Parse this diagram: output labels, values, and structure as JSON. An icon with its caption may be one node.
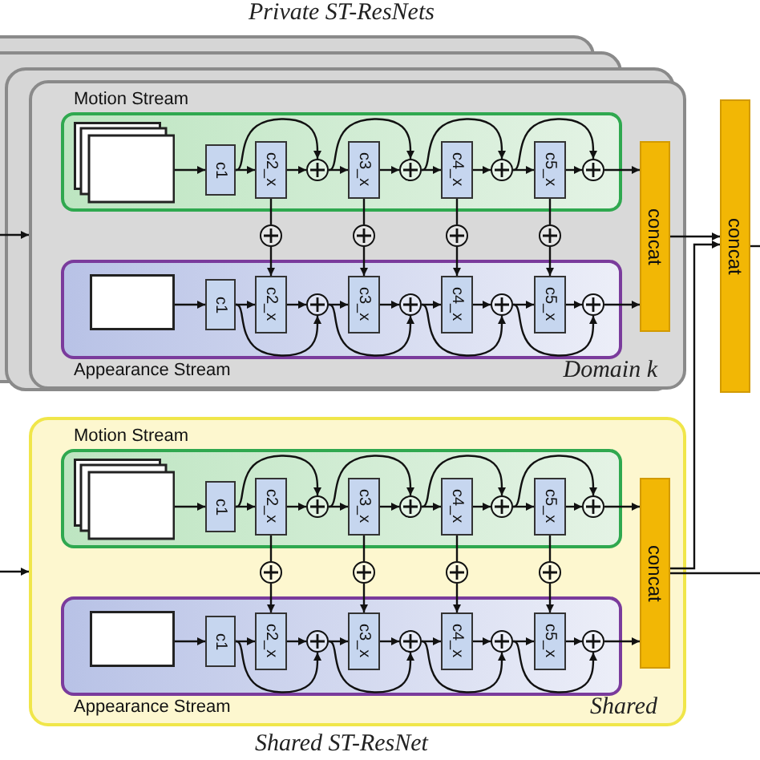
{
  "diagram": {
    "nodes": [
      {
        "text": [
          "Domain k"
        ],
        "beside": [
          "Private ST-ResNets"
        ]
      },
      {
        "text": [
          "Motion Stream"
        ],
        "in": 0
      },
      {
        "text": [],
        "shape": "box",
        "in": 1
      },
      {
        "text": [
          "c1"
        ],
        "in": 1
      },
      {
        "text": [
          "c2_x"
        ],
        "in": 1
      },
      {
        "text": [],
        "shape": "circle",
        "in": 1
      },
      {
        "text": [
          "c3_x"
        ],
        "in": 1
      },
      {
        "text": [],
        "shape": "circle",
        "in": 1
      },
      {
        "text": [
          "c4_x"
        ],
        "in": 1
      },
      {
        "text": [],
        "shape": "circle",
        "in": 1
      },
      {
        "text": [
          "c5_x"
        ],
        "in": 1
      },
      {
        "text": [],
        "shape": "circle",
        "in": 1
      },
      {
        "text": [],
        "shape": "circle",
        "in": 0
      },
      {
        "text": [],
        "shape": "circle",
        "in": 0
      },
      {
        "text": [],
        "shape": "circle",
        "in": 0
      },
      {
        "text": [],
        "shape": "circle",
        "in": 0
      },
      {
        "text": [
          "Appearance Stream"
        ],
        "in": 0
      },
      {
        "text": [],
        "shape": "box",
        "in": 16
      },
      {
        "text": [
          "c1"
        ],
        "in": 16
      },
      {
        "text": [
          "c2_x"
        ],
        "in": 16
      },
      {
        "text": [],
        "shape": "circle",
        "in": 16
      },
      {
        "text": [
          "c3_x"
        ],
        "in": 16
      },
      {
        "text": [],
        "shape": "circle",
        "in": 16
      },
      {
        "text": [
          "c4_x"
        ],
        "in": 16
      },
      {
        "text": [],
        "shape": "circle",
        "in": 16
      },
      {
        "text": [
          "c5_x"
        ],
        "in": 16
      },
      {
        "text": [],
        "shape": "circle",
        "in": 16
      },
      {
        "text": [
          "concat"
        ],
        "in": 0
      },
      {
        "text": [
          "concat"
        ]
      },
      {
        "text": [
          "Shared"
        ],
        "beside": [
          "Shared ST-ResNet"
        ]
      },
      {
        "text": [
          "Motion Stream"
        ],
        "in": 29
      },
      {
        "text": [],
        "shape": "box",
        "in": 30
      },
      {
        "text": [
          "c1"
        ],
        "in": 30
      },
      {
        "text": [
          "c2_x"
        ],
        "in": 30
      },
      {
        "text": [],
        "shape": "circle",
        "in": 30
      },
      {
        "text": [
          "c3_x"
        ],
        "in": 30
      },
      {
        "text": [],
        "shape": "circle",
        "in": 30
      },
      {
        "text": [
          "c4_x"
        ],
        "in": 30
      },
      {
        "text": [],
        "shape": "circle",
        "in": 30
      },
      {
        "text": [
          "c5_x"
        ],
        "in": 30
      },
      {
        "text": [],
        "shape": "circle",
        "in": 30
      },
      {
        "text": [],
        "shape": "circle",
        "in": 29
      },
      {
        "text": [],
        "shape": "circle",
        "in": 29
      },
      {
        "text": [],
        "shape": "circle",
        "in": 29
      },
      {
        "text": [],
        "shape": "circle",
        "in": 29
      },
      {
        "text": [
          "Appearance Stream"
        ],
        "in": 29
      },
      {
        "text": [],
        "shape": "box",
        "in": 45
      },
      {
        "text": [
          "c1"
        ],
        "in": 45
      },
      {
        "text": [
          "c2_x"
        ],
        "in": 45
      },
      {
        "text": [],
        "shape": "circle",
        "in": 45
      },
      {
        "text": [
          "c3_x"
        ],
        "in": 45
      },
      {
        "text": [],
        "shape": "circle",
        "in": 45
      },
      {
        "text": [
          "c4_x"
        ],
        "in": 45
      },
      {
        "text": [],
        "shape": "circle",
        "in": 45
      },
      {
        "text": [
          "c5_x"
        ],
        "in": 45
      },
      {
        "text": [],
        "shape": "circle",
        "in": 45
      },
      {
        "text": [
          "concat"
        ],
        "in": 29
      }
    ],
    "edges": [
      {
        "from": null,
        "to": 0,
        "arrow": "to"
      },
      {
        "from": 2,
        "to": 3,
        "arrow": "to"
      },
      {
        "from": 3,
        "to": 4,
        "arrow": "to"
      },
      {
        "from": 4,
        "to": 5,
        "arrow": "to"
      },
      {
        "from": 5,
        "to": 6,
        "arrow": "to"
      },
      {
        "from": 6,
        "to": 7,
        "arrow": "to"
      },
      {
        "from": 7,
        "to": 8,
        "arrow": "to"
      },
      {
        "from": 8,
        "to": 9,
        "arrow": "to"
      },
      {
        "from": 9,
        "to": 10,
        "arrow": "to"
      },
      {
        "from": 10,
        "to": 11,
        "arrow": "to"
      },
      {
        "from": 11,
        "to": 27,
        "arrow": "to"
      },
      {
        "from": 3,
        "to": 5,
        "arrow": "to"
      },
      {
        "from": 5,
        "to": 7,
        "arrow": "to"
      },
      {
        "from": 7,
        "to": 9,
        "arrow": "to"
      },
      {
        "from": 9,
        "to": 11,
        "arrow": "to"
      },
      {
        "from": 4,
        "to": 12,
        "arrow": "none"
      },
      {
        "from": 12,
        "to": 19,
        "arrow": "to"
      },
      {
        "from": 6,
        "to": 13,
        "arrow": "none"
      },
      {
        "from": 13,
        "to": 21,
        "arrow": "to"
      },
      {
        "from": 8,
        "to": 14,
        "arrow": "none"
      },
      {
        "from": 14,
        "to": 23,
        "arrow": "to"
      },
      {
        "from": 10,
        "to": 15,
        "arrow": "none"
      },
      {
        "from": 15,
        "to": 25,
        "arrow": "to"
      },
      {
        "from": 17,
        "to": 18,
        "arrow": "to"
      },
      {
        "from": 18,
        "to": 19,
        "arrow": "to"
      },
      {
        "from": 19,
        "to": 20,
        "arrow": "to"
      },
      {
        "from": 20,
        "to": 21,
        "arrow": "to"
      },
      {
        "from": 21,
        "to": 22,
        "arrow": "to"
      },
      {
        "from": 22,
        "to": 23,
        "arrow": "to"
      },
      {
        "from": 23,
        "to": 24,
        "arrow": "to"
      },
      {
        "from": 24,
        "to": 25,
        "arrow": "to"
      },
      {
        "from": 25,
        "to": 26,
        "arrow": "to"
      },
      {
        "from": 26,
        "to": 27,
        "arrow": "to"
      },
      {
        "from": 18,
        "to": 20,
        "arrow": "to"
      },
      {
        "from": 20,
        "to": 22,
        "arrow": "to"
      },
      {
        "from": 22,
        "to": 24,
        "arrow": "to"
      },
      {
        "from": 24,
        "to": 26,
        "arrow": "to"
      },
      {
        "from": 27,
        "to": 28,
        "arrow": "to"
      },
      {
        "from": null,
        "to": 29,
        "arrow": "to"
      },
      {
        "from": 31,
        "to": 32,
        "arrow": "to"
      },
      {
        "from": 32,
        "to": 33,
        "arrow": "to"
      },
      {
        "from": 33,
        "to": 34,
        "arrow": "to"
      },
      {
        "from": 34,
        "to": 35,
        "arrow": "to"
      },
      {
        "from": 35,
        "to": 36,
        "arrow": "to"
      },
      {
        "from": 36,
        "to": 37,
        "arrow": "to"
      },
      {
        "from": 37,
        "to": 38,
        "arrow": "to"
      },
      {
        "from": 38,
        "to": 39,
        "arrow": "to"
      },
      {
        "from": 39,
        "to": 40,
        "arrow": "to"
      },
      {
        "from": 40,
        "to": 56,
        "arrow": "to"
      },
      {
        "from": 32,
        "to": 34,
        "arrow": "to"
      },
      {
        "from": 34,
        "to": 36,
        "arrow": "to"
      },
      {
        "from": 36,
        "to": 38,
        "arrow": "to"
      },
      {
        "from": 38,
        "to": 40,
        "arrow": "to"
      },
      {
        "from": 33,
        "to": 41,
        "arrow": "none"
      },
      {
        "from": 41,
        "to": 48,
        "arrow": "to"
      },
      {
        "from": 35,
        "to": 42,
        "arrow": "none"
      },
      {
        "from": 42,
        "to": 50,
        "arrow": "to"
      },
      {
        "from": 37,
        "to": 43,
        "arrow": "none"
      },
      {
        "from": 43,
        "to": 52,
        "arrow": "to"
      },
      {
        "from": 39,
        "to": 44,
        "arrow": "none"
      },
      {
        "from": 44,
        "to": 54,
        "arrow": "to"
      },
      {
        "from": 46,
        "to": 47,
        "arrow": "to"
      },
      {
        "from": 47,
        "to": 48,
        "arrow": "to"
      },
      {
        "from": 48,
        "to": 49,
        "arrow": "to"
      },
      {
        "from": 49,
        "to": 50,
        "arrow": "to"
      },
      {
        "from": 50,
        "to": 51,
        "arrow": "to"
      },
      {
        "from": 51,
        "to": 52,
        "arrow": "to"
      },
      {
        "from": 52,
        "to": 53,
        "arrow": "to"
      },
      {
        "from": 53,
        "to": 54,
        "arrow": "to"
      },
      {
        "from": 54,
        "to": 55,
        "arrow": "to"
      },
      {
        "from": 55,
        "to": 56,
        "arrow": "to"
      },
      {
        "from": 47,
        "to": 49,
        "arrow": "to"
      },
      {
        "from": 49,
        "to": 51,
        "arrow": "to"
      },
      {
        "from": 51,
        "to": 53,
        "arrow": "to"
      },
      {
        "from": 53,
        "to": 55,
        "arrow": "to"
      },
      {
        "from": 56,
        "to": 28,
        "arrow": "to"
      },
      {
        "from": 56,
        "to": null,
        "arrow": "none"
      },
      {
        "from": 28,
        "to": null,
        "arrow": "none"
      }
    ]
  }
}
